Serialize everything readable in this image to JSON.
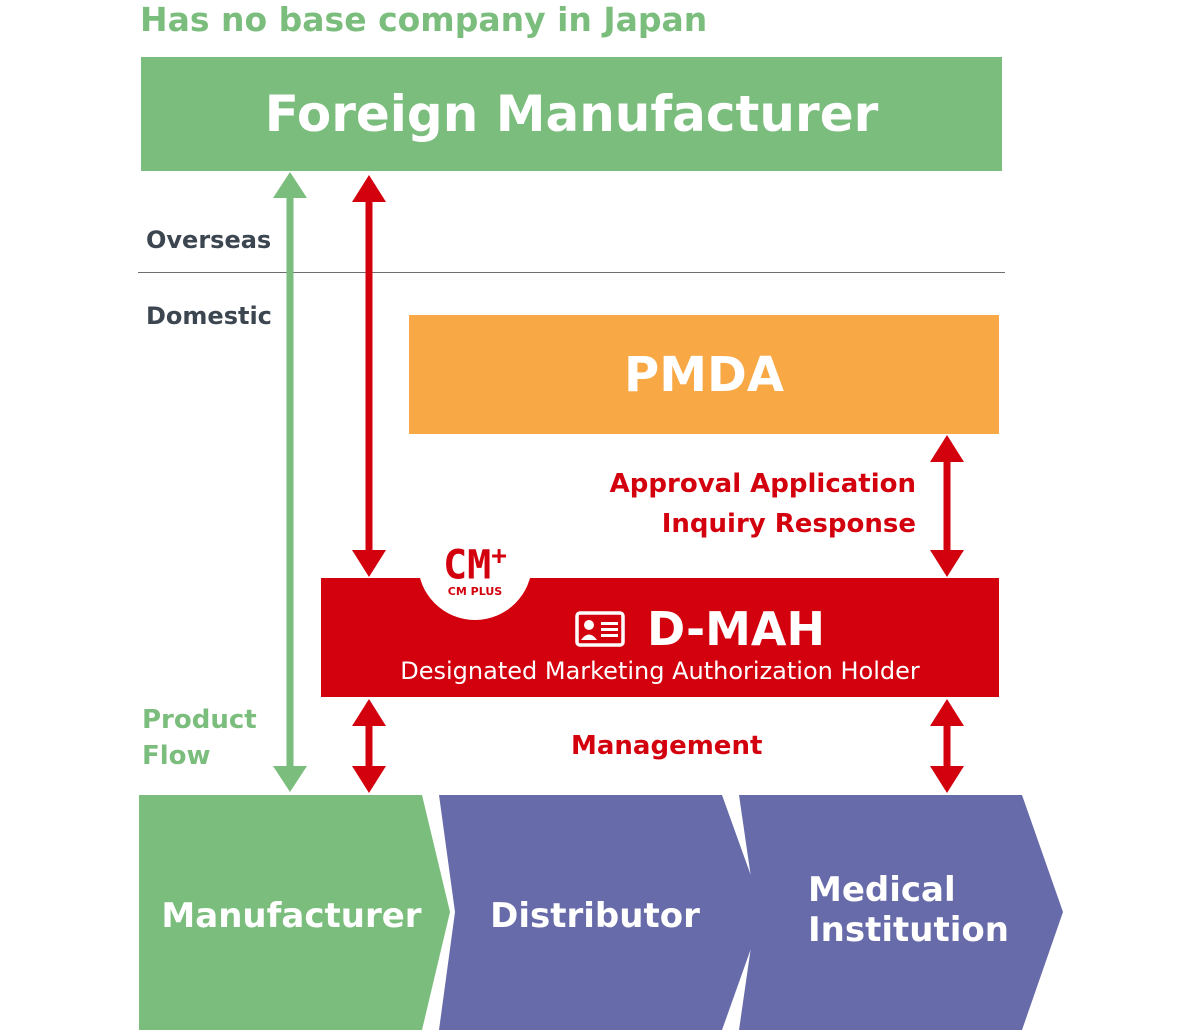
{
  "heading": "Has no base company in Japan",
  "foreign_manufacturer": "Foreign Manufacturer",
  "overseas_label": "Overseas",
  "domestic_label": "Domestic",
  "pmda": "PMDA",
  "approval_lines": [
    "Approval Application",
    "Inquiry Response"
  ],
  "logo": {
    "mark": "CM",
    "plus": "+",
    "text": "CM PLUS"
  },
  "dmah": {
    "title": "D-MAH",
    "subtitle": "Designated Marketing Authorization Holder",
    "icon": "id-card-icon"
  },
  "product_flow": [
    "Product",
    "Flow"
  ],
  "management": "Management",
  "flow": {
    "manufacturer": "Manufacturer",
    "distributor": "Distributor",
    "medical_institution": [
      "Medical",
      "Institution"
    ]
  },
  "colors": {
    "green": "#7bbd7c",
    "orange": "#f8a845",
    "red": "#d3000d",
    "purple": "#676ba9",
    "dark_text": "#3c4650"
  }
}
